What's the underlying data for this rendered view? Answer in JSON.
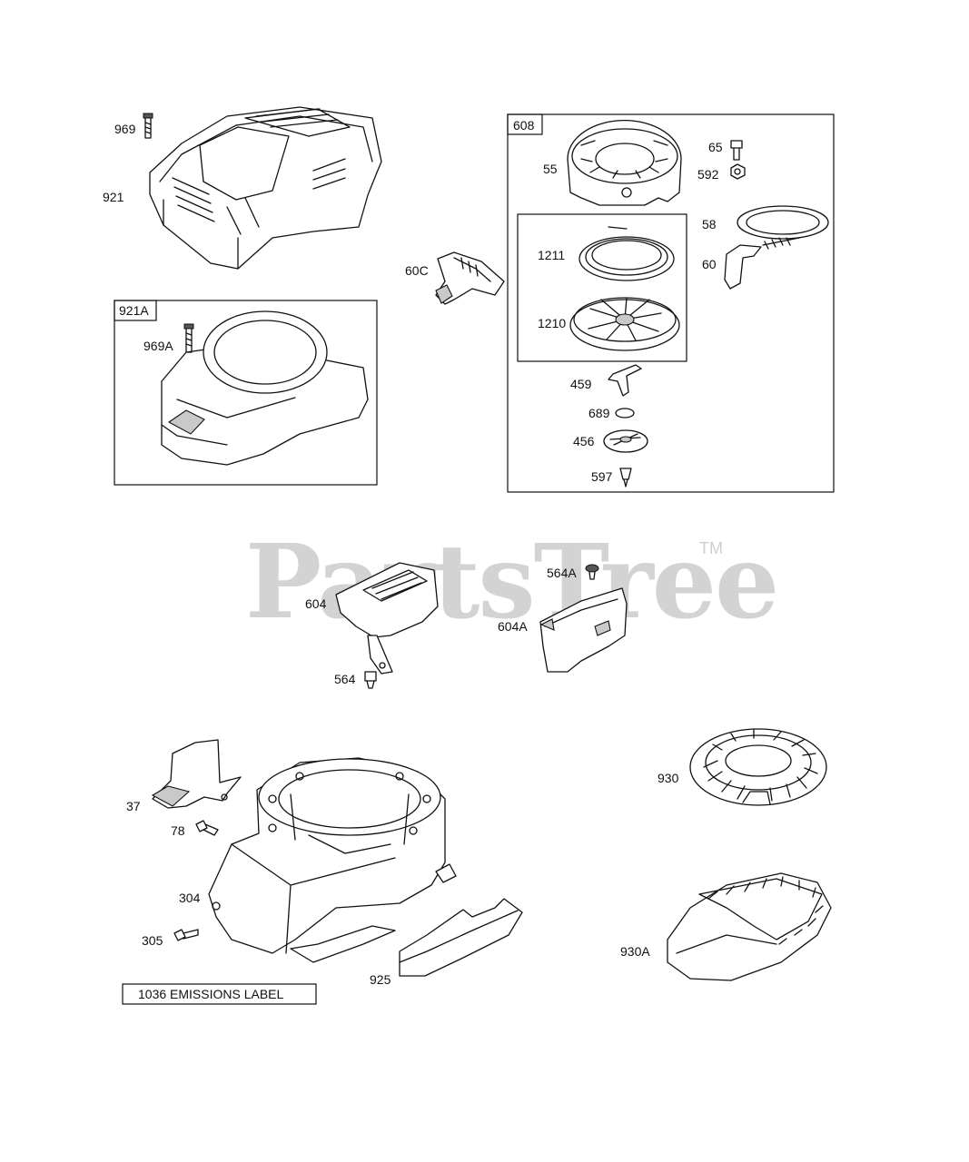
{
  "watermark": {
    "brand": "PartsTree",
    "trademark": "TM"
  },
  "callouts": {
    "c969": "969",
    "c921": "921",
    "c921A": "921A",
    "c969A": "969A",
    "c60C": "60C",
    "c608": "608",
    "c55": "55",
    "c65": "65",
    "c592": "592",
    "c58": "58",
    "c60": "60",
    "c1211": "1211",
    "c1210": "1210",
    "c459": "459",
    "c689": "689",
    "c456": "456",
    "c597": "597",
    "c564A": "564A",
    "c604": "604",
    "c604A": "604A",
    "c564": "564",
    "c930": "930",
    "c37": "37",
    "c78": "78",
    "c304": "304",
    "c305": "305",
    "c925": "925",
    "c930A": "930A"
  },
  "emissions_label": "1036 EMISSIONS LABEL"
}
